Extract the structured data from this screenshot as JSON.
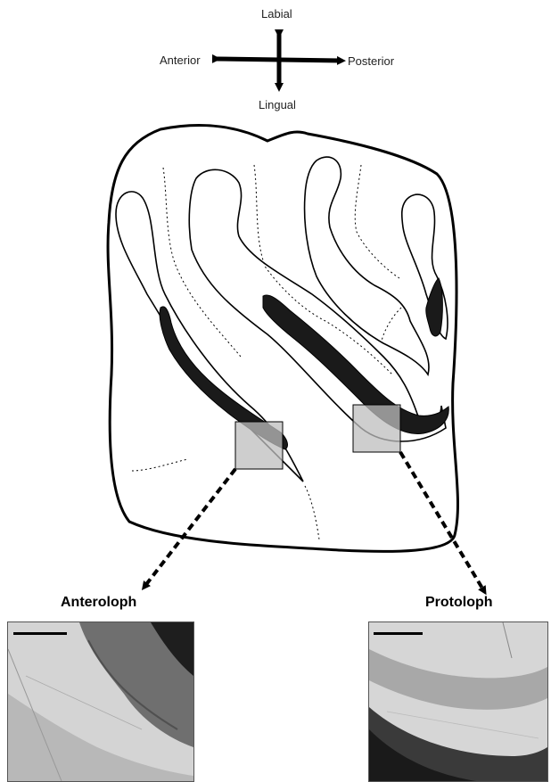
{
  "orientation": {
    "top": "Labial",
    "left": "Anterior",
    "right": "Posterior",
    "bottom": "Lingual"
  },
  "panels": {
    "left": {
      "title": "Anteroloph"
    },
    "right": {
      "title": "Protoloph"
    }
  },
  "colors": {
    "outline": "#000000",
    "enamel_fill": "#1a1a1a",
    "inset_box": "#bdbdbd",
    "arrow": "#000000"
  }
}
